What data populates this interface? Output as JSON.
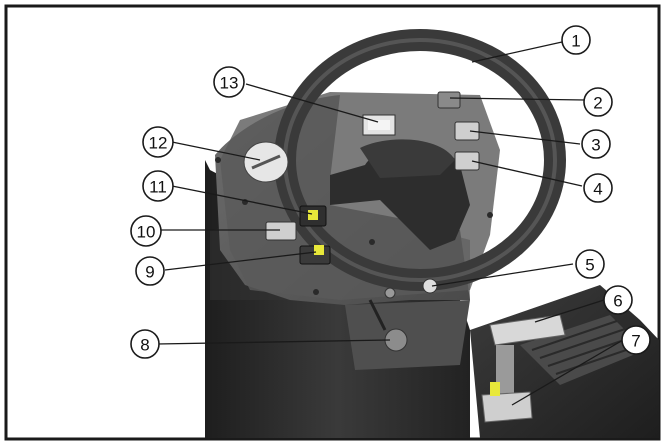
{
  "figure": {
    "description_free": true,
    "callouts": [
      {
        "id": 1,
        "label": "1"
      },
      {
        "id": 2,
        "label": "2"
      },
      {
        "id": 3,
        "label": "3"
      },
      {
        "id": 4,
        "label": "4"
      },
      {
        "id": 5,
        "label": "5"
      },
      {
        "id": 6,
        "label": "6"
      },
      {
        "id": 7,
        "label": "7"
      },
      {
        "id": 8,
        "label": "8"
      },
      {
        "id": 9,
        "label": "9"
      },
      {
        "id": 10,
        "label": "10"
      },
      {
        "id": 11,
        "label": "11"
      },
      {
        "id": 12,
        "label": "12"
      },
      {
        "id": 13,
        "label": "13"
      }
    ],
    "colors": {
      "frame": "#1a1a1a",
      "body_dark": "#2b2b2b",
      "panel": "#5c5c5c",
      "wheel": "#3a3a3a",
      "button_light": "#cfcfcf",
      "indicator_yellow": "#e8e83a",
      "floor": "#2f2f2f"
    }
  }
}
